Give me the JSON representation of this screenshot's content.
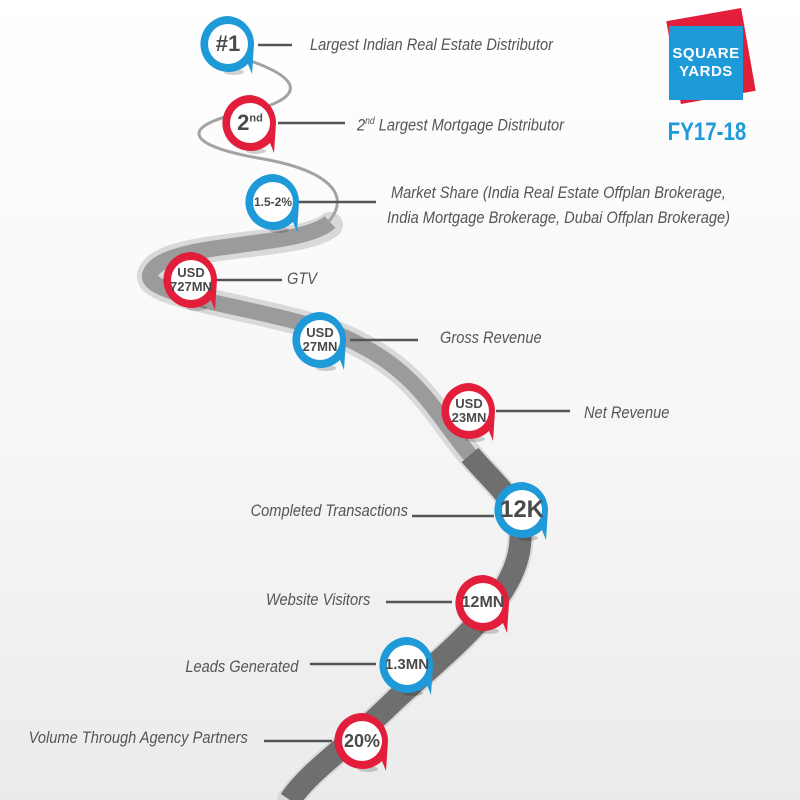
{
  "brand": {
    "logo_line1": "SQUARE",
    "logo_line2": "YARDS",
    "period": "FY17-18",
    "colors": {
      "blue": "#1f9ad9",
      "red": "#e31e3a",
      "road": "#9d9d9d",
      "text": "#555555"
    }
  },
  "milestones": [
    {
      "badge": "#1",
      "label": "Largest Indian Real Estate Distributor",
      "color": "blue"
    },
    {
      "badge": "2",
      "badge_sup": "nd",
      "label": "Largest Mortgage Distributor",
      "label_prefix": "2",
      "label_prefix_sup": "nd",
      "color": "red"
    },
    {
      "badge": "1.5-2%",
      "label": "Market Share (India Real Estate Offplan Brokerage,",
      "label_line2": "India Mortgage Brokerage, Dubai Offplan Brokerage)",
      "color": "blue"
    },
    {
      "badge_line1": "USD",
      "badge_line2": "727MN",
      "label": "GTV",
      "color": "red"
    },
    {
      "badge_line1": "USD",
      "badge_line2": "27MN",
      "label": "Gross Revenue",
      "color": "blue"
    },
    {
      "badge_line1": "USD",
      "badge_line2": "23MN",
      "label": "Net Revenue",
      "color": "red"
    },
    {
      "badge": "12K",
      "label": "Completed Transactions",
      "color": "blue"
    },
    {
      "badge": "12MN",
      "label": "Website Visitors",
      "color": "red"
    },
    {
      "badge": "1.3MN",
      "label": "Leads Generated",
      "color": "blue"
    },
    {
      "badge": "20%",
      "label": "Volume Through Agency Partners",
      "color": "red"
    }
  ]
}
